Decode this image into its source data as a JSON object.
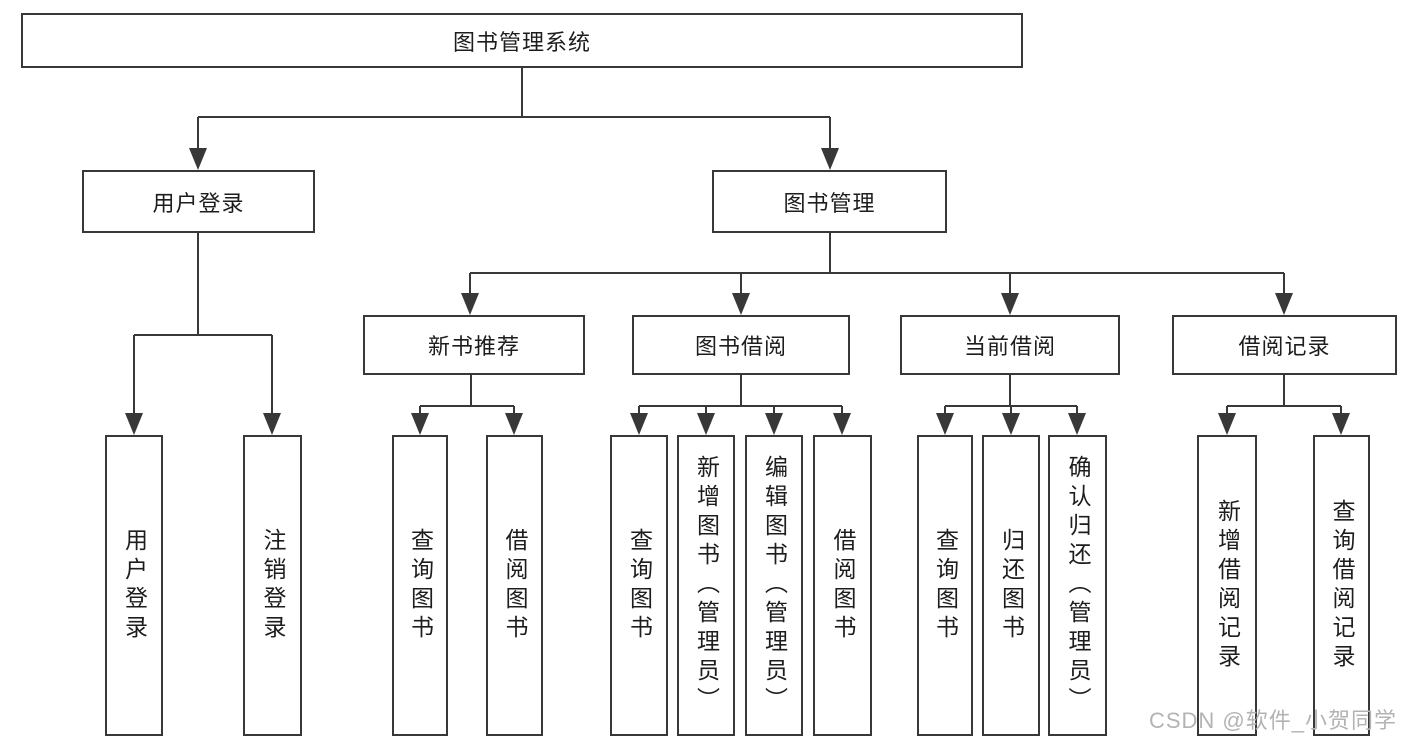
{
  "diagram": {
    "title": "图书管理系统",
    "watermark": "CSDN @软件_小贺同学",
    "colors": {
      "line": "#383838",
      "text": "#1d1d1f",
      "watermark": "#b3b3b3",
      "background": "#ffffff"
    },
    "nodes": {
      "root": "图书管理系统",
      "user_login": "用户登录",
      "book_mgmt": "图书管理",
      "new_books": "新书推荐",
      "book_borrow": "图书借阅",
      "current_borrow": "当前借阅",
      "borrow_records": "借阅记录",
      "leaf_user_login": "用户登录",
      "leaf_logout": "注销登录",
      "leaf_nb_query": "查询图书",
      "leaf_nb_borrow": "借阅图书",
      "leaf_bb_query": "查询图书",
      "leaf_bb_add": "新增图书（管理员）",
      "leaf_bb_edit": "编辑图书（管理员）",
      "leaf_bb_borrow": "借阅图书",
      "leaf_cb_query": "查询图书",
      "leaf_cb_return": "归还图书",
      "leaf_cb_confirm": "确认归还（管理员）",
      "leaf_br_add": "新增借阅记录",
      "leaf_br_query": "查询借阅记录"
    }
  }
}
